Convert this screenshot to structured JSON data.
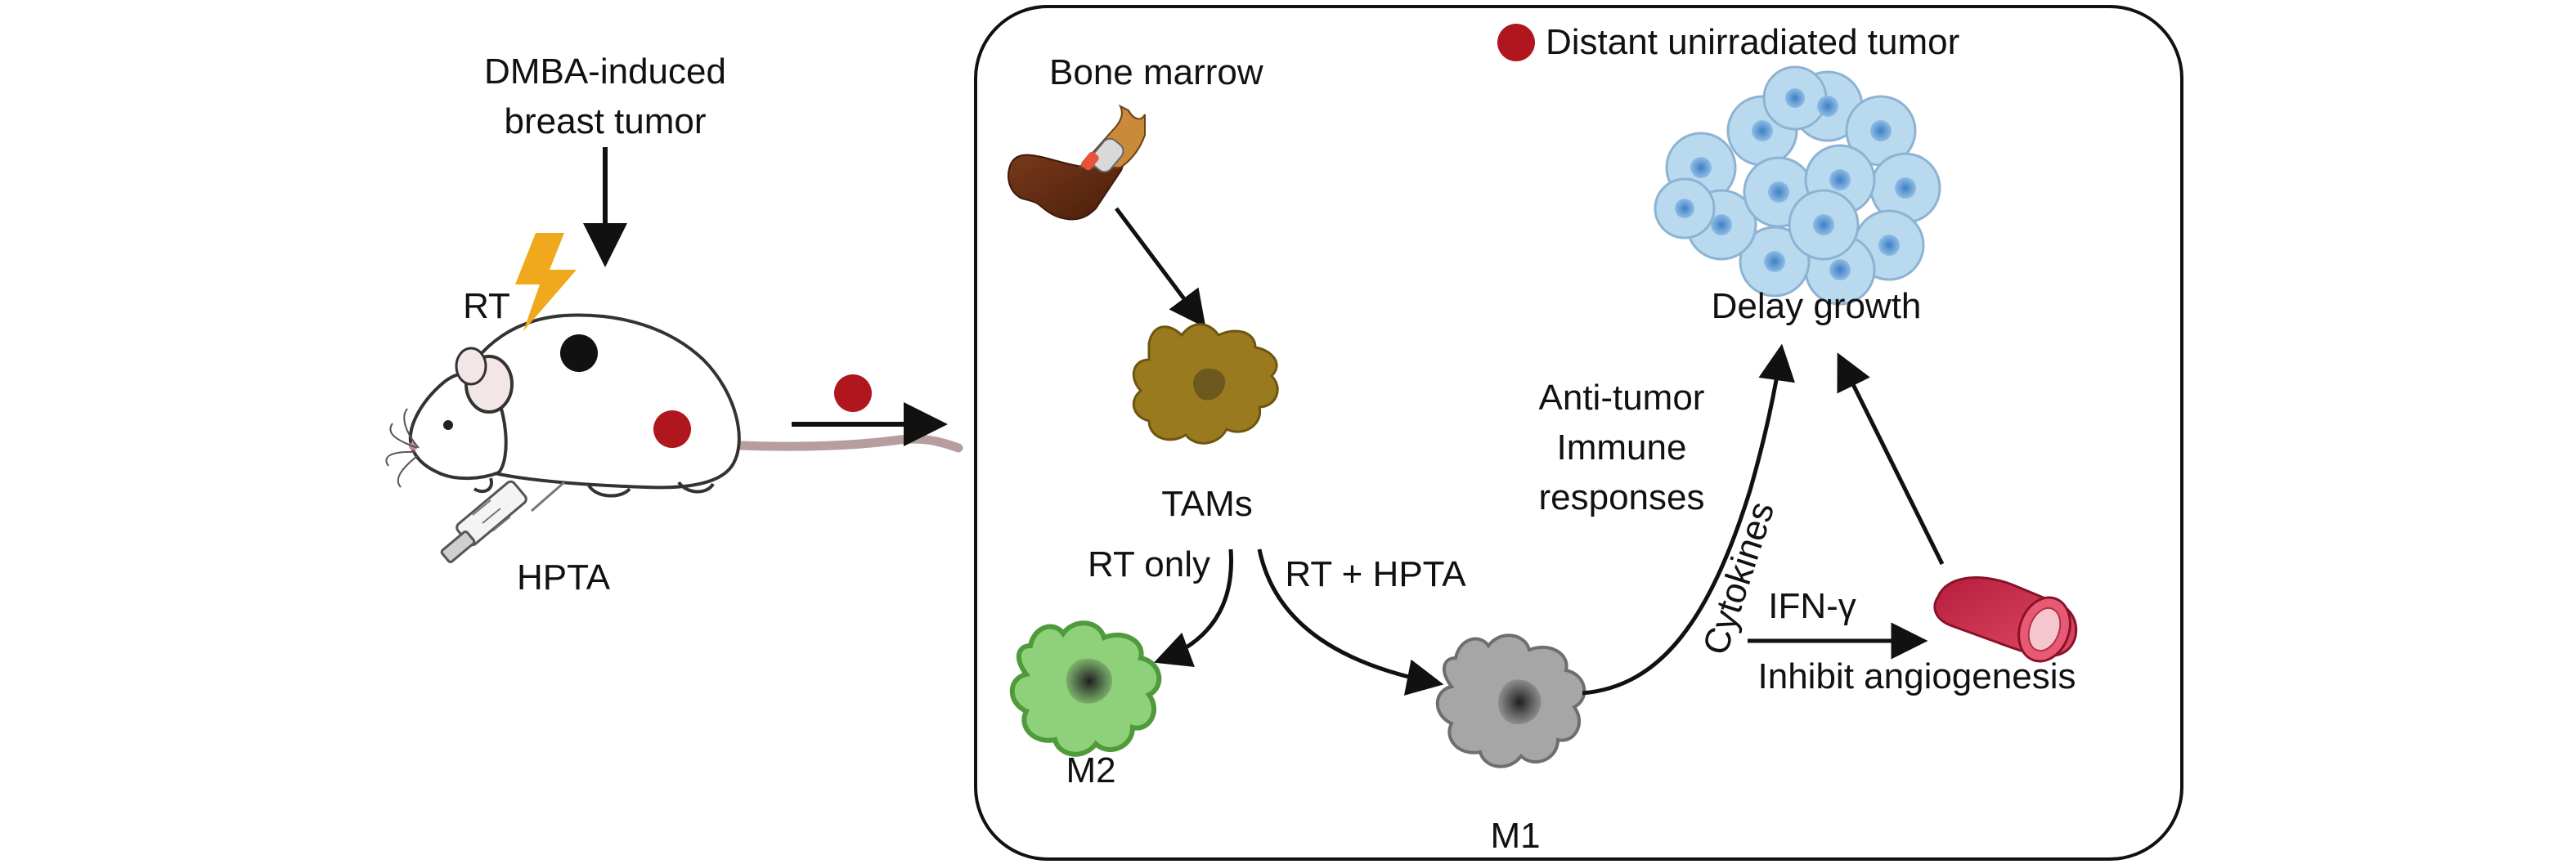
{
  "labels": {
    "induced_tumor": [
      "DMBA-induced",
      "breast tumor"
    ],
    "rt": "RT",
    "hpta": "HPTA",
    "legend_distant": "Distant unirradiated tumor",
    "bone_marrow": "Bone marrow",
    "tams": "TAMs",
    "rt_only": "RT only",
    "rt_hpta": "RT + HPTA",
    "m2": "M2",
    "m1": "M1",
    "anti_tumor": [
      "Anti-tumor",
      "Immune",
      "responses"
    ],
    "cytokines": "Cytokines",
    "delay_growth": "Delay growth",
    "ifn": "IFN-γ",
    "inhibit_angiogenesis": "Inhibit angiogenesis"
  },
  "colors": {
    "irradiated_tumor": "#111111",
    "distant_tumor": "#b0161d",
    "lightning": "#f0a81c",
    "tam": "#9a7a1e",
    "m2": "#8fd07a",
    "m1": "#a6a6a6",
    "tumor_cells": "#b9d9ef",
    "vessel": "#d33a55"
  },
  "icons": [
    "mouse-icon",
    "lightning-icon",
    "syringe-icon",
    "bone-icon",
    "macrophage-icon",
    "tumor-cluster-icon",
    "blood-vessel-icon"
  ]
}
